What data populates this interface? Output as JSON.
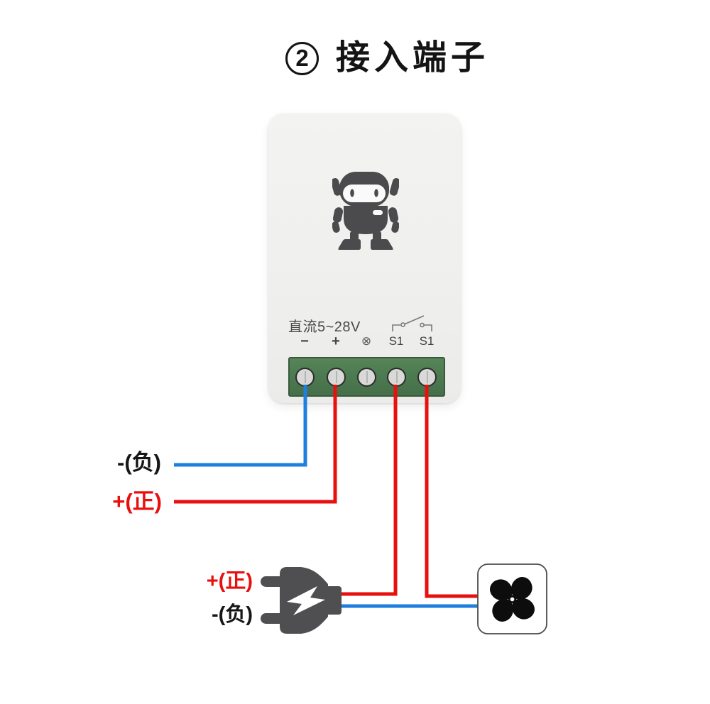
{
  "title": {
    "step_number": "2",
    "text": "接入端子"
  },
  "device": {
    "power_rating_label": "直流5~28V",
    "terminal_labels": [
      "−",
      "+",
      "⊗",
      "S1",
      "S1"
    ],
    "logo_name": "robot-mascot"
  },
  "labels": {
    "dc_negative": "-(负)",
    "dc_positive": "+(正)",
    "plug_positive": "+(正)",
    "plug_negative": "-(负)"
  },
  "icons": {
    "logo": "robot-mascot-icon",
    "switch_contact": "switch-contact-icon",
    "plug": "power-plug-icon",
    "load": "fan-icon"
  },
  "colors": {
    "wire_positive": "#e8100e",
    "wire_negative": "#1e7fdf",
    "terminal_block_green": "#4d7b51",
    "device_dark": "#4f4f52",
    "label_positive": "#e8100e",
    "label_negative": "#161616"
  }
}
